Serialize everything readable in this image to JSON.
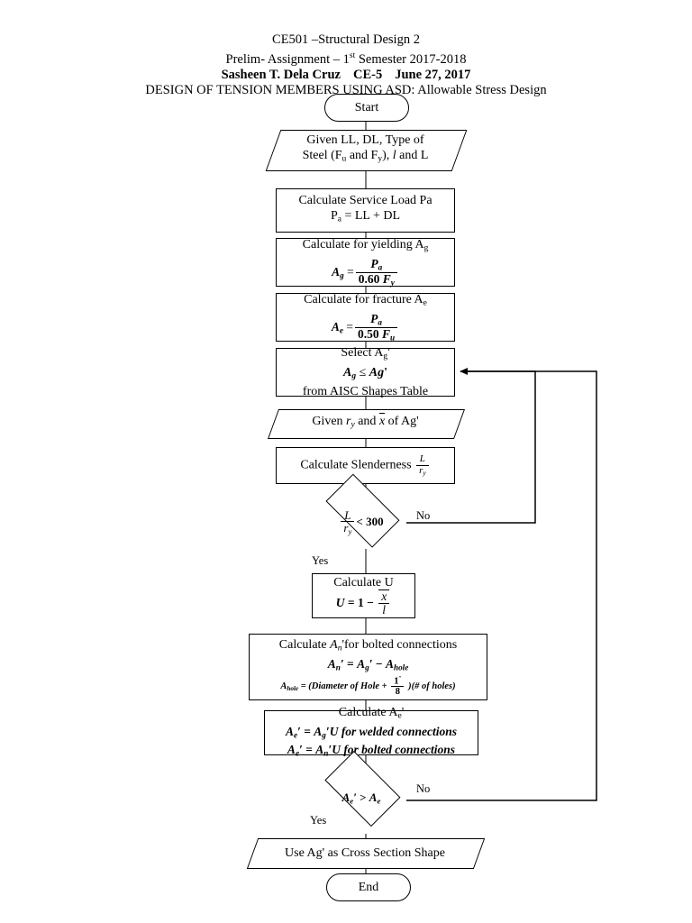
{
  "header": {
    "line1": "CE501 –Structural Design 2",
    "line2_a": "Prelim- Assignment – 1",
    "line2_sup": "st",
    "line2_b": " Semester 2017-2018",
    "line3_name": "Sasheen T. Dela Cruz",
    "line3_section": "CE-5",
    "line3_date": "June 27, 2017",
    "line4": "DESIGN OF TENSION MEMBERS USING ASD: Allowable Stress Design"
  },
  "flow": {
    "start": {
      "label": "Start",
      "shape": "terminator"
    },
    "given_inputs": {
      "line1": "Given LL, DL, Type of",
      "line2_a": "Steel (F",
      "line2_sub1": "u",
      "line2_b": " and F",
      "line2_sub2": "y",
      "line2_c": "), ",
      "line2_l": "l",
      "line2_d": " and L",
      "shape": "input"
    },
    "service_load": {
      "title": "Calculate Service Load Pa",
      "formula_lhs": "P",
      "formula_sub": "a",
      "formula_rhs": " = LL + DL",
      "shape": "process"
    },
    "yielding": {
      "title_a": "Calculate for yielding A",
      "title_sub": "g",
      "eq_lhs": "A",
      "eq_lhs_sub": "g",
      "eq_op": "=",
      "eq_num": "P",
      "eq_num_sub": "a",
      "eq_den_coef": "0.60 ",
      "eq_den_var": "F",
      "eq_den_sub": "y",
      "shape": "process"
    },
    "fracture": {
      "title_a": "Calculate for fracture A",
      "title_sub": "e",
      "eq_lhs": "A",
      "eq_lhs_sub": "e",
      "eq_op": "=",
      "eq_num": "P",
      "eq_num_sub": "a",
      "eq_den_coef": "0.50 ",
      "eq_den_var": "F",
      "eq_den_sub": "u",
      "shape": "process"
    },
    "select_ag": {
      "line1_a": "Select A",
      "line1_sub": "g",
      "line1_b": "'",
      "line2_lhs": "A",
      "line2_lhs_sub": "g",
      "line2_op": " ≤ ",
      "line2_rhs": "Ag",
      "line2_prime": "'",
      "line3": "from AISC Shapes Table",
      "shape": "process"
    },
    "given_ry": {
      "a": "Given ",
      "r": "r",
      "r_sub": "y",
      "b": " and ",
      "x": "x",
      "c": " of Ag'",
      "shape": "input"
    },
    "slenderness": {
      "title": "Calculate Slenderness ",
      "num": "L",
      "den": "r",
      "den_sub": "y",
      "shape": "process"
    },
    "decision_slenderness": {
      "num": "L",
      "den": "r",
      "den_sub": "y",
      "op": "< 300",
      "yes": "Yes",
      "no": "No",
      "shape": "decision"
    },
    "calc_u": {
      "title": "Calculate U",
      "lhs": "U",
      "eq": " = 1 − ",
      "num": "x",
      "den": "l",
      "shape": "process"
    },
    "calc_an": {
      "title_a": "Calculate ",
      "title_A": "A",
      "title_sub": "n",
      "title_b": "'for bolted connections",
      "eq1_lhs": "A",
      "eq1_lhs_sub": "n",
      "eq1_prime": "′",
      "eq1_op": " = ",
      "eq1_r1": "A",
      "eq1_r1_sub": "g",
      "eq1_r1_prime": "′",
      "eq1_minus": " − ",
      "eq1_r2": "A",
      "eq1_r2_sub": "hole",
      "eq2_lhs": "A",
      "eq2_lhs_sub": "hole",
      "eq2_op": " = (",
      "eq2_text": "Diameter of Hole",
      "eq2_plus": " + ",
      "eq2_num": "1",
      "eq2_num_sup": "″",
      "eq2_den": "8",
      "eq2_close": " )(# of holes)",
      "shape": "process"
    },
    "calc_ae": {
      "title_a": "Calculate A",
      "title_sub": "e",
      "title_b": "'",
      "eq1_lhs": "A",
      "eq1_lhs_sub": "e",
      "eq1_prime": "′",
      "eq1_op": " = ",
      "eq1_rhs": "A",
      "eq1_rhs_sub": "g",
      "eq1_rhs_prime": "′",
      "eq1_u": "U",
      "eq1_text": " for welded connections",
      "eq2_lhs": "A",
      "eq2_lhs_sub": "e",
      "eq2_prime": "′",
      "eq2_op": " = ",
      "eq2_rhs": "A",
      "eq2_rhs_sub": "n",
      "eq2_rhs_prime": "′",
      "eq2_u": "U",
      "eq2_text": " for bolted connections",
      "shape": "process"
    },
    "decision_ae": {
      "lhs": "A",
      "lhs_sub": "e",
      "lhs_prime": "′",
      "op": " > ",
      "rhs": "A",
      "rhs_sub": "e",
      "yes": "Yes",
      "no": "No",
      "shape": "decision"
    },
    "use_ag": {
      "label": "Use Ag' as Cross Section Shape",
      "shape": "output"
    },
    "end": {
      "label": "End",
      "shape": "terminator"
    }
  },
  "colors": {
    "line": "#000000",
    "fill": "#ffffff",
    "background": "#ffffff"
  }
}
